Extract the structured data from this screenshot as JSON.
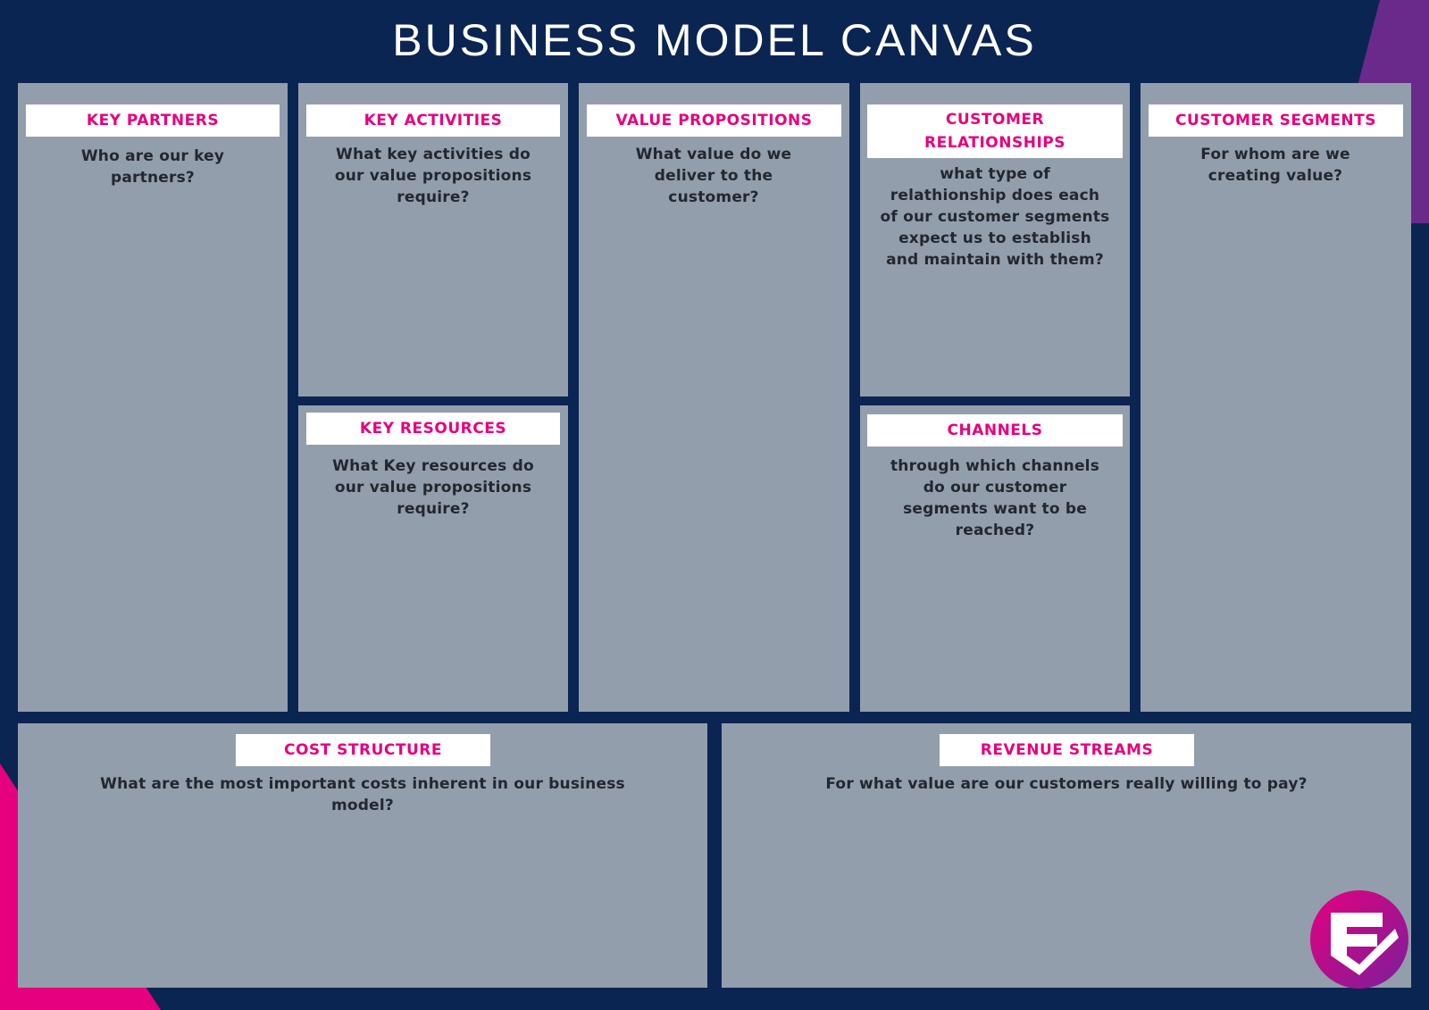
{
  "title": "BUSINESS MODEL CANVAS",
  "colors": {
    "background": "#0b2552",
    "block": "#939ead",
    "label_text": "#e6007e",
    "question_text": "#23272f",
    "accent_purple": "#6a2a8c",
    "accent_pink": "#e6007e"
  },
  "blocks": {
    "key_partners": {
      "label": "KEY PARTNERS",
      "question": "Who are our key partners?"
    },
    "key_activities": {
      "label": "KEY ACTIVITIES",
      "question": "What key activities do our value propositions require?"
    },
    "key_resources": {
      "label": "KEY RESOURCES",
      "question": "What Key resources do our value propositions require?"
    },
    "value_propositions": {
      "label": "VALUE PROPOSITIONS",
      "question": "What value do we deliver to the customer?"
    },
    "customer_relationships": {
      "label": "CUSTOMER RELATIONSHIPS",
      "question": "what type of relathionship does each of our customer segments expect us to establish and maintain with them?"
    },
    "channels": {
      "label": "CHANNELS",
      "question": "through which channels do our customer segments want to be reached?"
    },
    "customer_segments": {
      "label": "CUSTOMER SEGMENTS",
      "question": "For whom are we creating value?"
    },
    "cost_structure": {
      "label": "COST STRUCTURE",
      "question": "What are the most important costs inherent in our business model?"
    },
    "revenue_streams": {
      "label": "REVENUE STREAMS",
      "question": "For what value are our customers really willing to pay?"
    }
  },
  "logo": {
    "icon": "shield-checkmark-logo-icon"
  }
}
